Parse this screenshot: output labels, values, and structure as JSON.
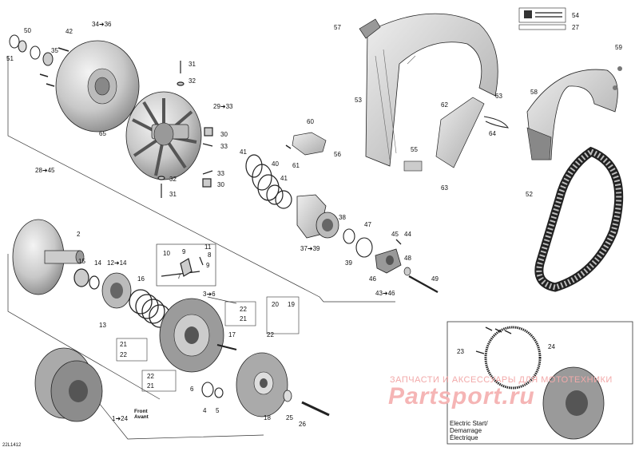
{
  "drawing_code": "22L1412",
  "watermark": {
    "tagline": "ЗАПЧАСТИ И АКСЕССУАРЫ ДЛЯ МОТОТЕХНИКИ",
    "brand": "Partsport.ru"
  },
  "inset_caption": [
    "Electric Start/",
    "Demarrage",
    "Électrique"
  ],
  "front_arrow": [
    "Front",
    "Avant"
  ],
  "callouts": {
    "c50": "50",
    "c51": "51",
    "c42": "42",
    "c34_36": "34➜36",
    "c35": "35",
    "c31a": "31",
    "c32a": "32",
    "c29_33": "29➜33",
    "c30a": "30",
    "c33a": "33",
    "c65": "65",
    "c28_45": "28➜45",
    "c33b": "33",
    "c32b": "32",
    "c30b": "30",
    "c31b": "31",
    "c41a": "41",
    "c40": "40",
    "c41b": "41",
    "c60": "60",
    "c61": "61",
    "c38": "38",
    "c37_39": "37➜39",
    "c39": "39",
    "c47": "47",
    "c45": "45",
    "c44": "44",
    "c48": "48",
    "c46": "46",
    "c43_46": "43➜46",
    "c49": "49",
    "c57": "57",
    "c54": "54",
    "c27": "27",
    "c53": "53",
    "c62": "62",
    "c63a": "63",
    "c64": "64",
    "c56": "56",
    "c55": "55",
    "c63b": "63",
    "c59": "59",
    "c58": "58",
    "c52": "52",
    "c2": "2",
    "c15": "15",
    "c14": "14",
    "c12_14": "12➜14",
    "c16": "16",
    "c13": "13",
    "c10": "10",
    "c9a": "9",
    "c11": "11",
    "c8": "8",
    "c9b": "9",
    "c7": "7",
    "c3_6": "3➜6",
    "c22a": "22",
    "c21a": "21",
    "c17": "17",
    "c21b": "21",
    "c22b": "22",
    "c22c": "22",
    "c21c": "21",
    "c6": "6",
    "c4": "4",
    "c5": "5",
    "c20": "20",
    "c19": "19",
    "c22d": "22",
    "c18": "18",
    "c25": "25",
    "c26": "26",
    "c1_24": "1➜24",
    "c23": "23",
    "c24": "24"
  }
}
